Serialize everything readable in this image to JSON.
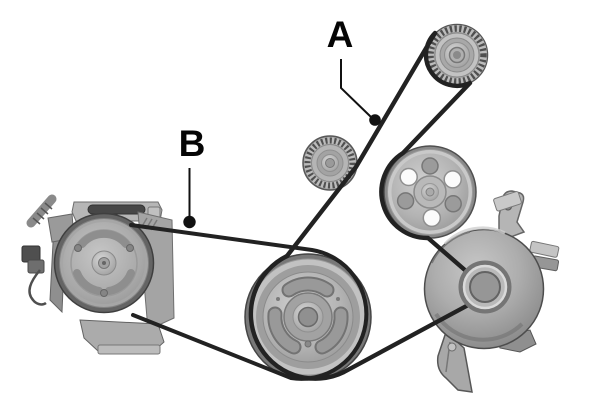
{
  "diagram": {
    "description": "engine-drive-belt-routing-diagram",
    "background_color": "#ffffff",
    "belt_color": "#222222",
    "leader_color": "#111111",
    "label_color": "#050505",
    "labels": {
      "a": {
        "text": "A"
      },
      "b": {
        "text": "B"
      }
    },
    "components": [
      "ac-compressor-pulley",
      "tensioner-pulley",
      "idler-pulley",
      "water-pump-pulley",
      "crankshaft-pulley",
      "alternator-housing",
      "drive-belt-a",
      "drive-belt-b"
    ],
    "metal_light": "#c9c9c9",
    "metal_mid": "#a8a8a8",
    "metal_dark": "#6a6a6a"
  }
}
